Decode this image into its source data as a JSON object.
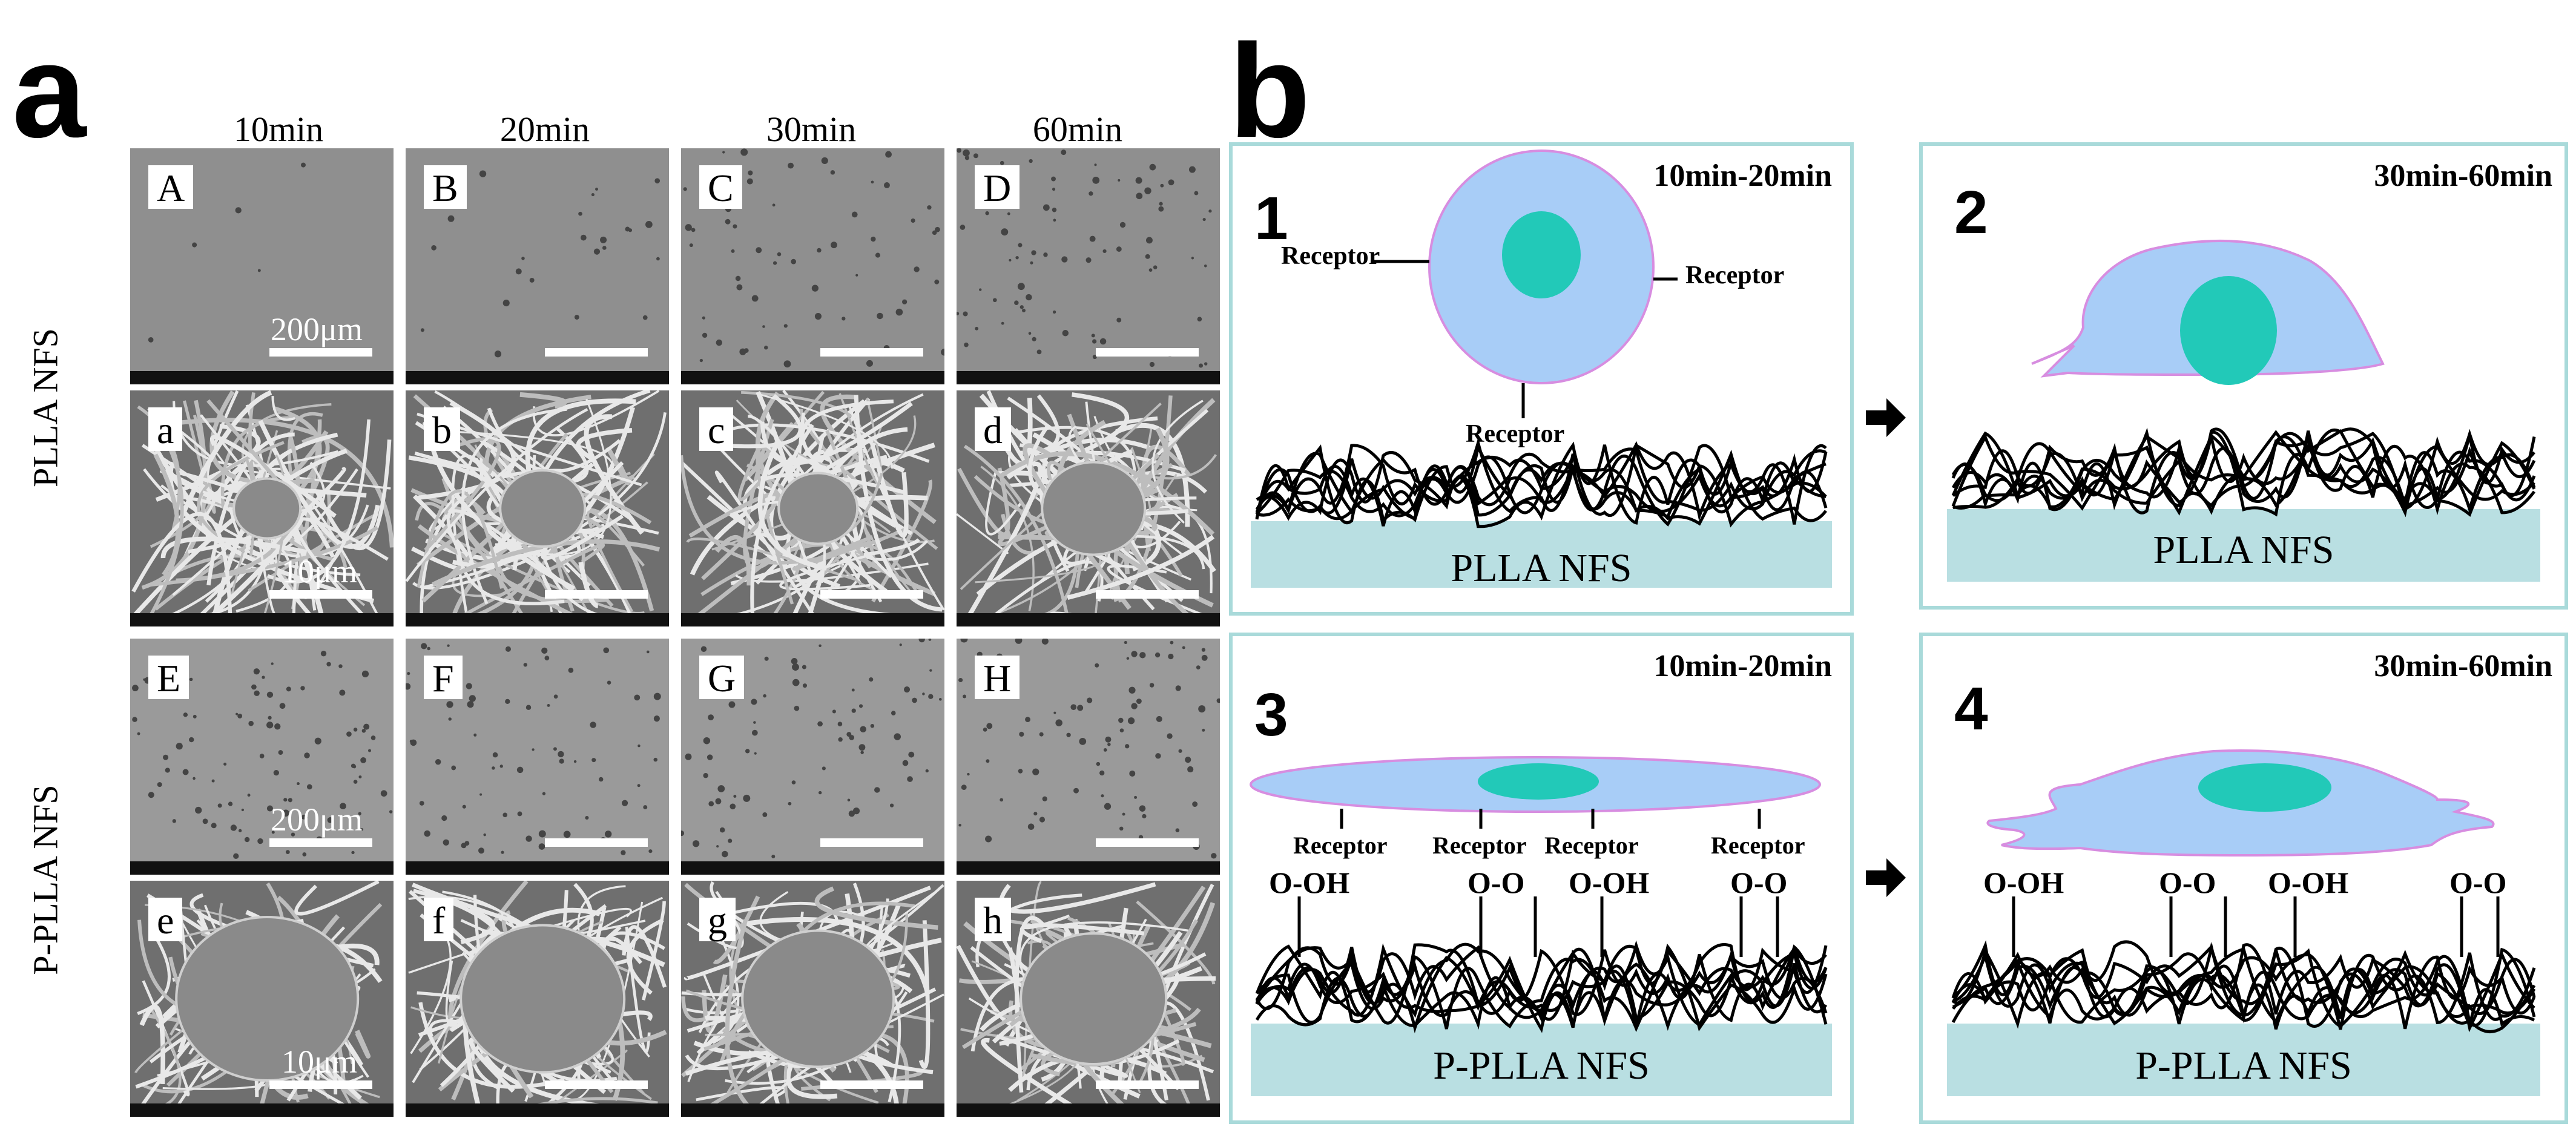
{
  "panel_a": {
    "letter": "a",
    "columns": [
      "10min",
      "20min",
      "30min",
      "60min"
    ],
    "rows": [
      "PLLA NFS",
      "P-PLLA NFS"
    ],
    "tiles": [
      [
        "A",
        "B",
        "C",
        "D"
      ],
      [
        "a",
        "b",
        "c",
        "d"
      ],
      [
        "E",
        "F",
        "G",
        "H"
      ],
      [
        "e",
        "f",
        "g",
        "h"
      ]
    ],
    "scale_low": "200μm",
    "scale_high": "10μm"
  },
  "panel_b": {
    "letter": "b",
    "steps": [
      {
        "num": "1",
        "time": "10min-20min",
        "substrate": "PLLA NFS",
        "receptor": "Receptor"
      },
      {
        "num": "2",
        "time": "30min-60min",
        "substrate": "PLLA NFS"
      },
      {
        "num": "3",
        "time": "10min-20min",
        "substrate": "P-PLLA NFS",
        "receptor": "Receptor",
        "groups": [
          "O-OH",
          "O-O",
          "O-OH",
          "O-O"
        ]
      },
      {
        "num": "4",
        "time": "30min-60min",
        "substrate": "P-PLLA NFS",
        "groups": [
          "O-OH",
          "O-O",
          "O-OH",
          "O-O"
        ]
      }
    ],
    "colors": {
      "cell": "#a8cdf7",
      "cell_outline": "#d78de0",
      "nucleus": "#22c9b8",
      "substrate": "#b9dfe2",
      "frame": "#a9dada"
    }
  }
}
